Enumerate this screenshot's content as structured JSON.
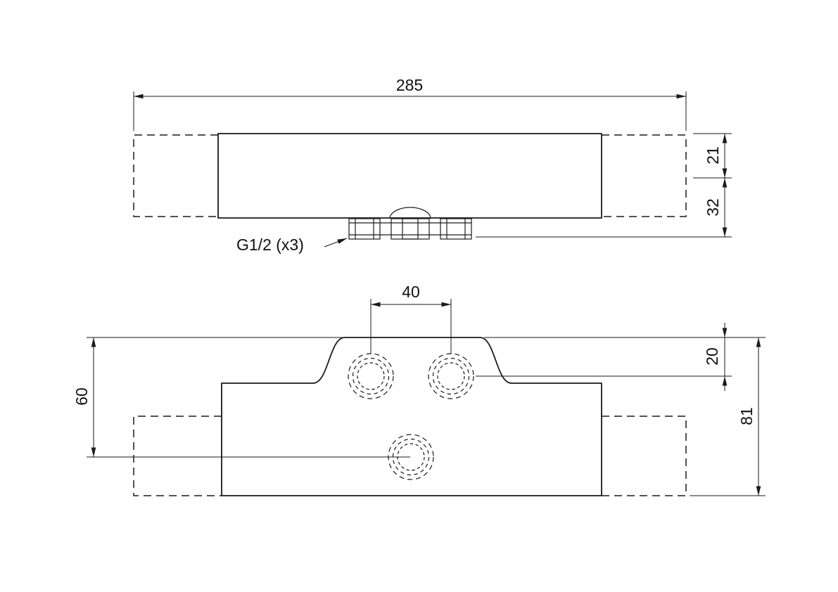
{
  "page": {
    "background_color": "#ffffff",
    "line_color": "#1a1a1a"
  },
  "drawing": {
    "front_view": {
      "dim_overall_width": "285",
      "dim_top_to_axis": "21",
      "dim_axis_to_outlet": "32",
      "thread_callout": "G1/2 (x3)"
    },
    "plan_view": {
      "dim_hole_spacing": "40",
      "dim_front_to_holes": "20",
      "dim_top_to_bottom_hole": "60",
      "dim_overall_depth": "81"
    }
  }
}
